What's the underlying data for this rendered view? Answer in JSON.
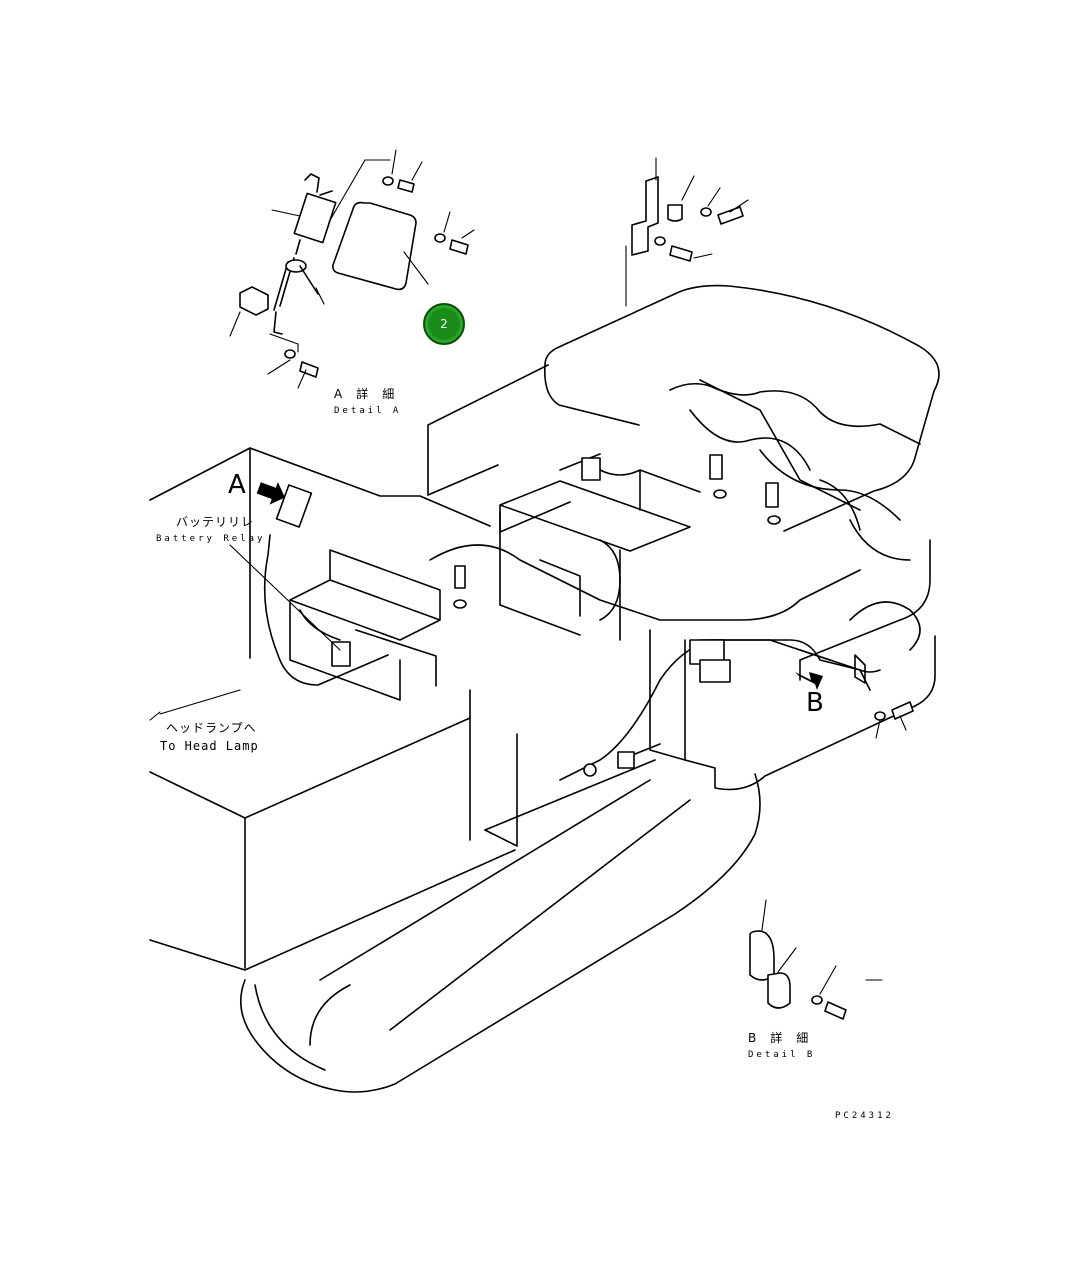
{
  "callout": {
    "number": "2",
    "color": "#1a8c1a"
  },
  "labels": {
    "detail_a_jp": "A　詳　細",
    "detail_a_en": "Detail A",
    "marker_a": "A",
    "battery_relay_jp": "バッテリリレ",
    "battery_relay_en": "Battery Relay",
    "head_lamp_jp": "ヘッドランプへ",
    "head_lamp_en": "To Head Lamp",
    "marker_b": "B",
    "detail_b_jp": "B　詳　細",
    "detail_b_en": "Detail B",
    "drawing_number": "PC24312"
  }
}
